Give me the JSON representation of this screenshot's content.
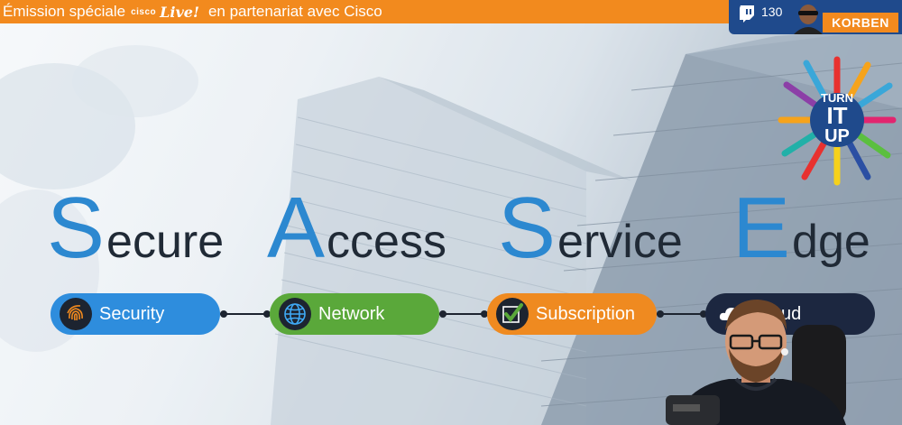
{
  "banner": {
    "lead_text": "Émission spéciale",
    "brand_small": "cisco",
    "brand_live": "Live!",
    "tail_text": "en partenariat avec Cisco"
  },
  "stream": {
    "platform_icon": "twitch-icon",
    "viewer_count": "130",
    "host_name": "KORBEN"
  },
  "logo": {
    "line1": "TURN",
    "line2": "IT",
    "line3": "UP"
  },
  "headline": {
    "words": [
      {
        "initial": "S",
        "rest": "ecure"
      },
      {
        "initial": "A",
        "rest": "ccess"
      },
      {
        "initial": "S",
        "rest": "ervice"
      },
      {
        "initial": "E",
        "rest": "dge"
      }
    ]
  },
  "pillars": [
    {
      "label": "Security",
      "icon": "fingerprint-icon",
      "color": "#2e8ddd"
    },
    {
      "label": "Network",
      "icon": "globe-icon",
      "color": "#5aa83a"
    },
    {
      "label": "Subscription",
      "icon": "checkmark-icon",
      "color": "#ef8a20"
    },
    {
      "label": "Cloud",
      "icon": "cloud-icon",
      "color": "#1c2740"
    }
  ],
  "colors": {
    "banner": "#f28a1e",
    "accent_blue": "#2c88d0",
    "stream_box": "#1f4a8c"
  }
}
